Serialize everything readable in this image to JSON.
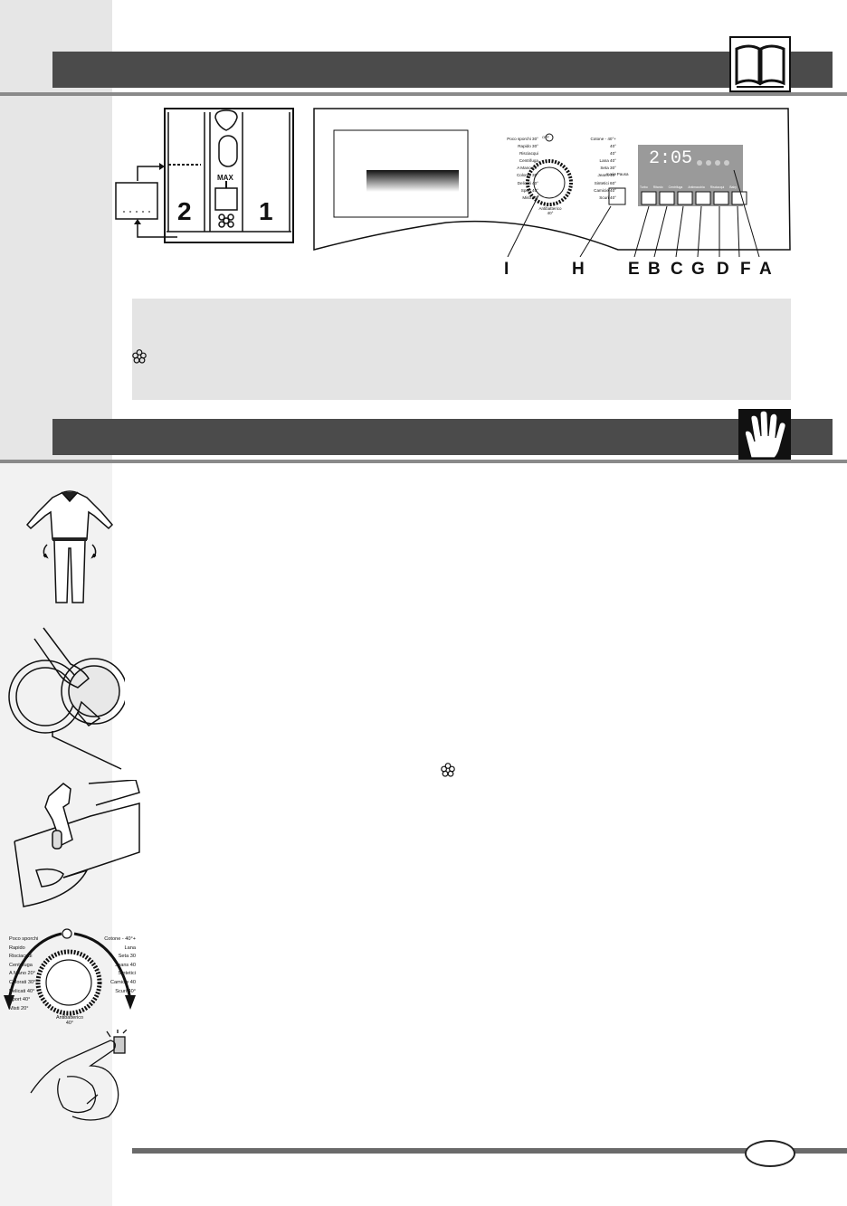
{
  "drawer": {
    "compartment_2": "2",
    "compartment_1": "1",
    "max_label": "MAX"
  },
  "panel": {
    "display_time": "2:05",
    "dial_left": [
      "Poco sporchi 30°",
      "Rapido 30°",
      "Risciacqui",
      "Centrifuga",
      "A Mano 20°",
      "Colorati 30°",
      "Delicati 40°",
      "Sport 40°",
      "Misti 20°"
    ],
    "dial_right": [
      "Cotone - 40°+",
      "40°",
      "40°",
      "Lana 40°",
      "Seta 30°",
      "Jeans 40°",
      "Sintetici 60°",
      "Camicie 40°",
      "Scuri 40°"
    ],
    "dial_bottom": "Antibatterico 40°",
    "dial_top": "OFF",
    "start_pause_label": "Avvio Pausa",
    "button_labels": [
      "Turbo",
      "Ritardo",
      "Centrifuga",
      "Antimacchia",
      "Risciacqui",
      "Baby"
    ],
    "callouts": [
      "I",
      "H",
      "E",
      "B",
      "C",
      "G",
      "D",
      "F",
      "A"
    ]
  },
  "steps": {
    "dial_left": [
      "Poco sporchi",
      "Rapido",
      "Risciacqui",
      "Centrifuga",
      "A Mano 20°",
      "Colorati 30°",
      "Delicati 40°",
      "Sport 40°",
      "Misti 20°"
    ],
    "dial_right": [
      "Cotone - 40°+",
      "",
      "",
      "Lana",
      "Seta 30",
      "Jeans 40",
      "Sintetici",
      "Camicie 40",
      "Scuri 40°"
    ],
    "dial_bottom": "Antibatterico 40°"
  },
  "colors": {
    "bar": "#4b4b4b",
    "sidebar": "#e6e6e6",
    "note_bg": "#e4e4e4",
    "rule": "#8a8a8a"
  }
}
